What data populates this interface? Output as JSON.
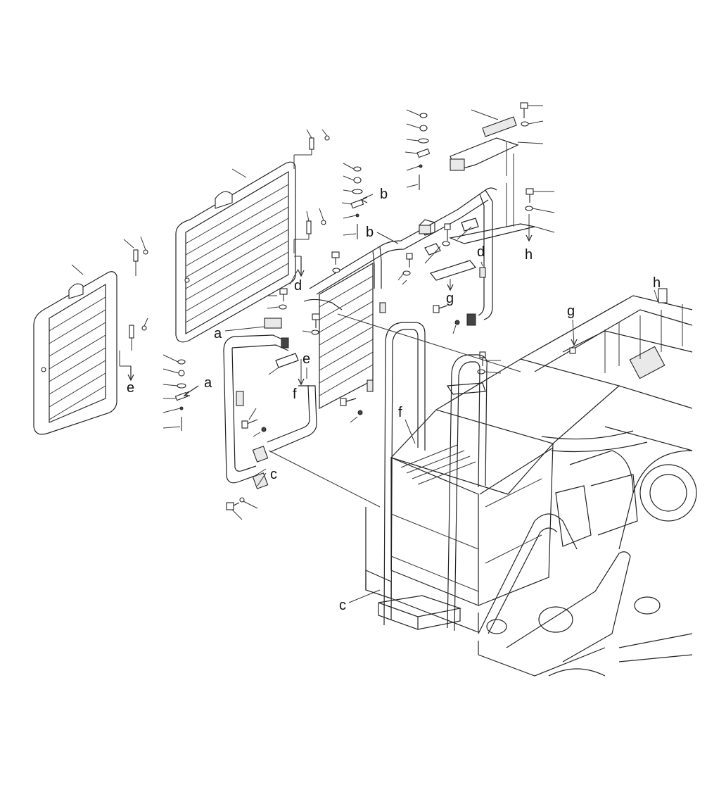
{
  "callouts": [
    {
      "id": "a1",
      "text": "a"
    },
    {
      "id": "a2",
      "text": "a"
    },
    {
      "id": "b1",
      "text": "b"
    },
    {
      "id": "b2",
      "text": "b"
    },
    {
      "id": "c1",
      "text": "c"
    },
    {
      "id": "c2",
      "text": "c"
    },
    {
      "id": "d1",
      "text": "d"
    },
    {
      "id": "d2",
      "text": "d"
    },
    {
      "id": "e1",
      "text": "e"
    },
    {
      "id": "e2",
      "text": "e"
    },
    {
      "id": "f1",
      "text": "f"
    },
    {
      "id": "f2",
      "text": "f"
    },
    {
      "id": "g1",
      "text": "g"
    },
    {
      "id": "g2",
      "text": "g"
    },
    {
      "id": "h1",
      "text": "h"
    },
    {
      "id": "h2",
      "text": "h"
    }
  ]
}
